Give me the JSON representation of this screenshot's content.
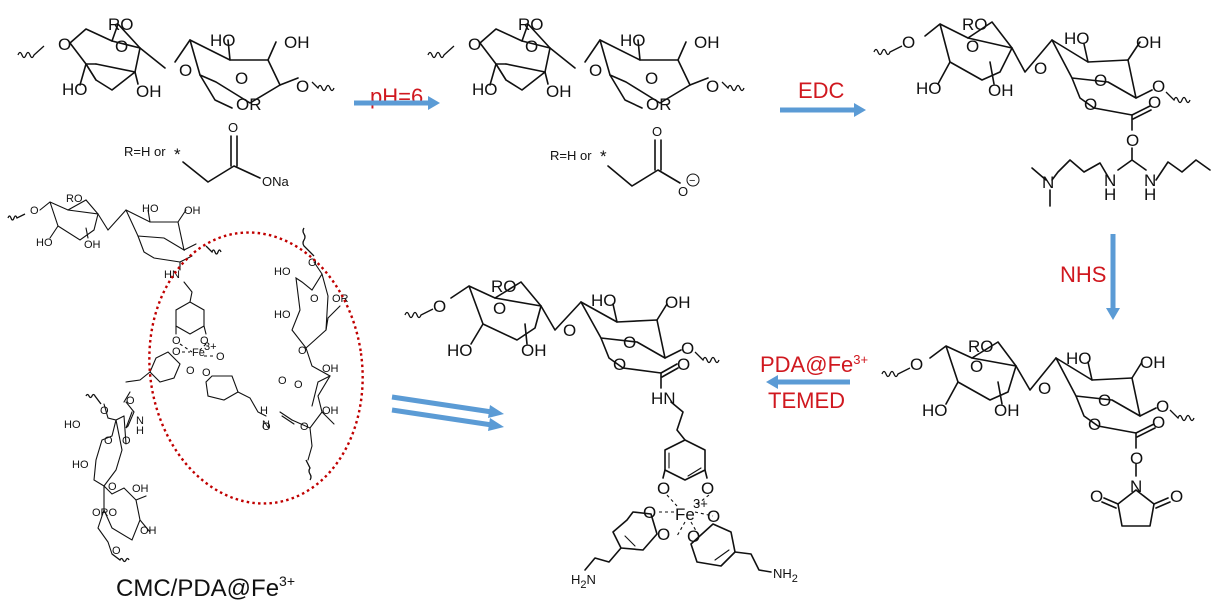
{
  "figure": {
    "type": "reaction-scheme",
    "colors": {
      "reagent_text": "#d0181f",
      "arrow": "#5b9bd5",
      "highlight_ellipse": "#c00000",
      "structure": "#111111"
    }
  },
  "steps": [
    {
      "id": "step1",
      "reagent": "pH=6",
      "direction": "right"
    },
    {
      "id": "step2",
      "reagent": "EDC",
      "direction": "right"
    },
    {
      "id": "step3",
      "reagent": "NHS",
      "direction": "down"
    },
    {
      "id": "step4",
      "reagent_top": "PDA@Fe",
      "reagent_top_sup": "3+",
      "reagent_bottom": "TEMED",
      "direction": "left"
    },
    {
      "id": "step5",
      "reagent": "",
      "direction": "right-double"
    }
  ],
  "structures": {
    "cmc_na": {
      "r_definition": "R=H or",
      "r_star": "*",
      "carbonyl_o": "O",
      "terminal": "ONa",
      "labels": {
        "ro": "RO",
        "ho1": "HO",
        "oh1": "OH",
        "ho2": "HO",
        "oh2": "OH",
        "or": "OR",
        "o": "O"
      }
    },
    "cmc_anion": {
      "r_definition": "R=H or",
      "r_star": "*",
      "carbonyl_o": "O",
      "terminal": "O",
      "charge": "−",
      "labels": {
        "ro": "RO",
        "ho1": "HO",
        "oh1": "OH",
        "ho2": "HO",
        "oh2": "OH",
        "or": "OR",
        "o": "O"
      }
    },
    "edc_intermediate": {
      "labels": {
        "ro": "RO",
        "ho1": "HO",
        "oh1": "OH",
        "ho2": "HO",
        "oh2": "OH",
        "o": "O",
        "n": "N",
        "h": "H"
      }
    },
    "nhs_ester": {
      "labels": {
        "ro": "RO",
        "ho1": "HO",
        "oh1": "OH",
        "ho2": "HO",
        "oh2": "OH",
        "o": "O",
        "n": "N"
      }
    },
    "cmc_pda_fe": {
      "labels": {
        "ro": "RO",
        "ho1": "HO",
        "oh1": "OH",
        "ho2": "HO",
        "oh2": "OH",
        "o": "O",
        "hn": "HN",
        "h2n": "H",
        "h2n_sub": "2",
        "n": "N",
        "nh2": "NH",
        "nh2_sub": "2",
        "fe": "Fe",
        "fe_charge": "3+"
      }
    },
    "crosslinked": {
      "labels": {
        "ro": "RO",
        "ho": "HO",
        "oh": "OH",
        "or": "OR",
        "oro": "ORO",
        "o": "O",
        "hn": "HN",
        "n": "N",
        "h": "H",
        "fe": "Fe",
        "fe_charge": "3+"
      }
    }
  },
  "caption": {
    "text": "CMC/PDA@Fe",
    "sup": "3+"
  }
}
